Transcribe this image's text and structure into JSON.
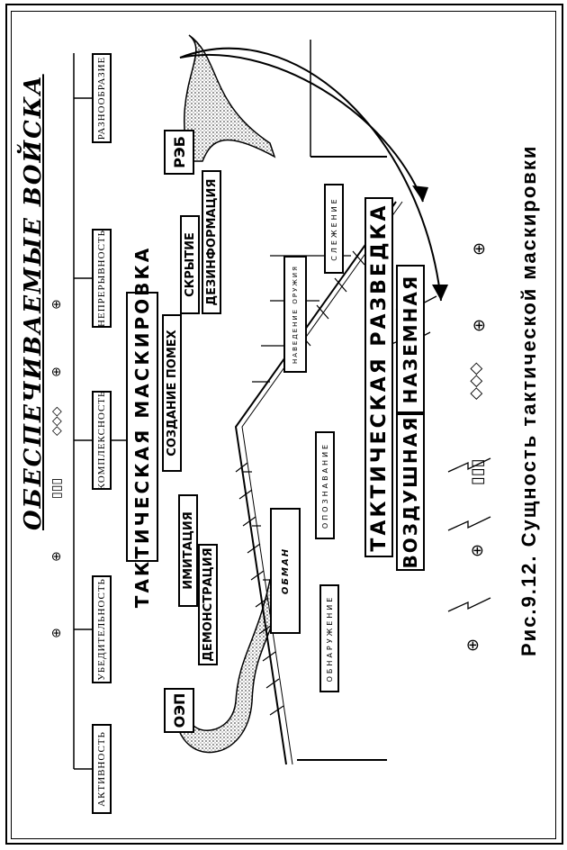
{
  "title": "ОБЕСПЕЧИВАЕМЫЕ ВОЙСКА",
  "principles": [
    "АКТИВНОСТЬ",
    "УБЕДИТЕЛЬНОСТЬ",
    "КОМПЛЕКСНОСТЬ",
    "НЕПРЕРЫВНОСТЬ",
    "РАЗНООБРАЗИЕ"
  ],
  "tactical_camouflage": "ТАКТИЧЕСКАЯ МАСКИРОВКА",
  "oep": "ОЭП",
  "reb": "РЭБ",
  "methods": {
    "imitation": "ИМИТАЦИЯ",
    "demonstration": "ДЕМОНСТРАЦИЯ",
    "jamming": "СОЗДАНИЕ ПОМЕХ",
    "concealment": "СКРЫТИЕ",
    "disinformation": "ДЕЗИНФОРМАЦИЯ",
    "deception": "ОБМАН"
  },
  "tasks": {
    "detection": "ОБНАРУЖЕНИЕ",
    "identification": "ОПОЗНАВАНИЕ",
    "guidance": "НАВЕДЕНИЕ ОРУЖИЯ",
    "tracking": "СЛЕЖЕНИЕ"
  },
  "reconnaissance": {
    "title": "ТАКТИЧЕСКАЯ РАЗВЕДКА",
    "air": "ВОЗДУШНАЯ",
    "ground": "НАЗЕМНАЯ"
  },
  "caption": "Рис.9.12. Сущность тактической маскировки",
  "symbols": [
    "⊕",
    "⊕",
    "◇◇◇",
    "▯▯▯",
    "⊕",
    "⊕"
  ]
}
